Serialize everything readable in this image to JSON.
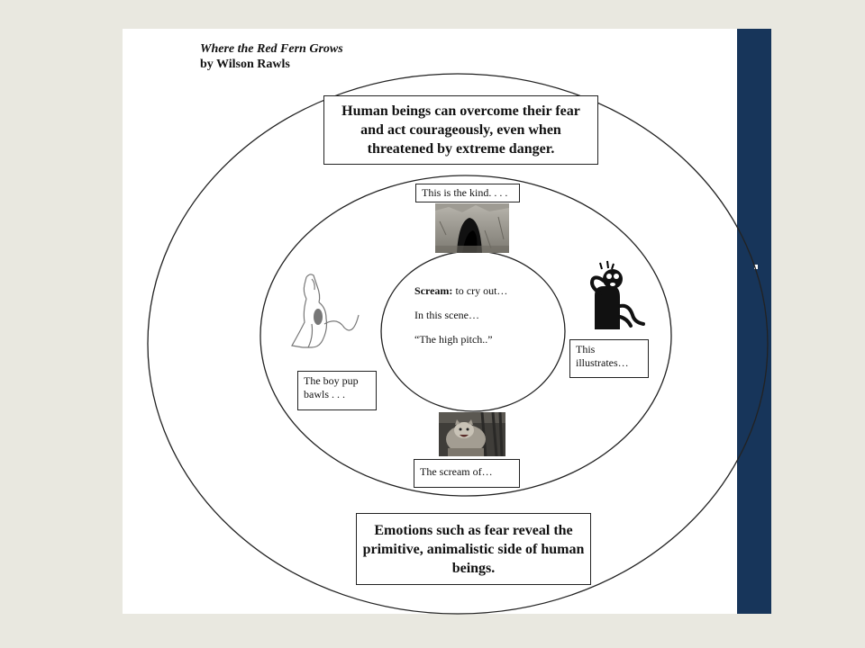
{
  "document": {
    "book_title": "Where the Red Fern Grows",
    "author_line": "by Wilson Rawls"
  },
  "outer_ring": {
    "top_theme": "Human beings can overcome their fear and act courageously, even when threatened by extreme danger.",
    "bottom_theme": "Emotions such as fear reveal the primitive, animalistic side of human beings."
  },
  "middle_ring": {
    "top_label": "This is the kind. . . .",
    "left_label": "The boy pup bawls . . .",
    "right_label": "This illustrates…",
    "bottom_label": "The scream of…"
  },
  "center": {
    "term": "Scream:",
    "definition": " to cry out…",
    "line2": "In this scene…",
    "line3": "“The high pitch..”"
  },
  "images": {
    "top": "cave-entrance-photo",
    "left": "howling-dog-drawing",
    "right": "frightened-figure-icon",
    "bottom": "mountain-lion-photo"
  },
  "colors": {
    "background": "#e9e8e0",
    "sheet": "#ffffff",
    "side_bar": "#17355a",
    "lines": "#222222"
  }
}
